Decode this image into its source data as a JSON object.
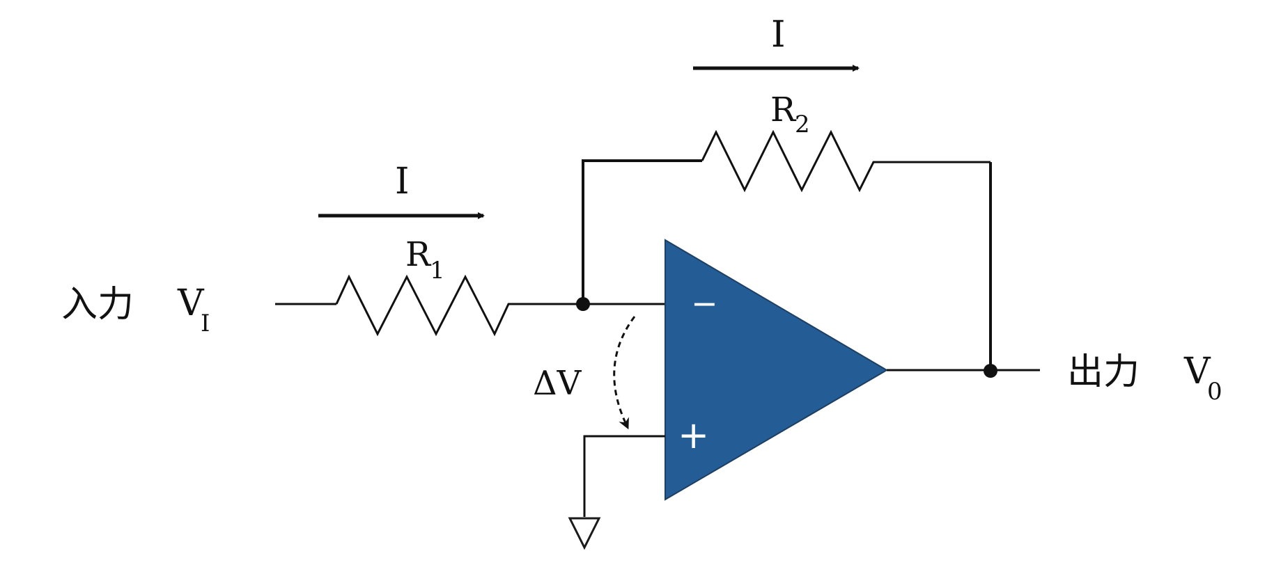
{
  "input": {
    "label": "入力",
    "symbol": "V",
    "subscript": "I"
  },
  "output": {
    "label": "出力",
    "symbol": "V",
    "subscript": "0"
  },
  "resistor_input": {
    "symbol": "R",
    "subscript": "1"
  },
  "resistor_feedback": {
    "symbol": "R",
    "subscript": "2"
  },
  "current_input": {
    "label": "I"
  },
  "current_feedback": {
    "label": "I"
  },
  "voltage_difference": {
    "label": "ΔV"
  },
  "opamp": {
    "inverting_sign": "−",
    "noninverting_sign": "+",
    "color": "#245d96"
  }
}
